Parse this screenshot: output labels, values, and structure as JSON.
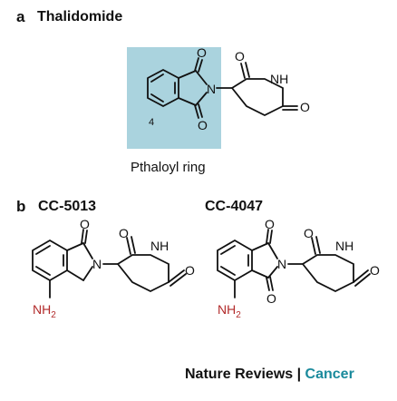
{
  "panel_a": {
    "letter": "a",
    "title": "Thalidomide",
    "ring_label": "Pthaloyl ring",
    "position_label": "4"
  },
  "panel_b": {
    "letter": "b",
    "compound_1": "CC-5013",
    "compound_2": "CC-4047"
  },
  "atoms": {
    "O": "O",
    "N": "N",
    "NH": "NH",
    "NH2_base": "NH",
    "NH2_sub": "2"
  },
  "footer": {
    "journal": "Nature Reviews",
    "separator": " | ",
    "section": "Cancer"
  },
  "colors": {
    "highlight": "#aad3de",
    "amine": "#b22a2a",
    "accent": "#1a8a9c"
  }
}
